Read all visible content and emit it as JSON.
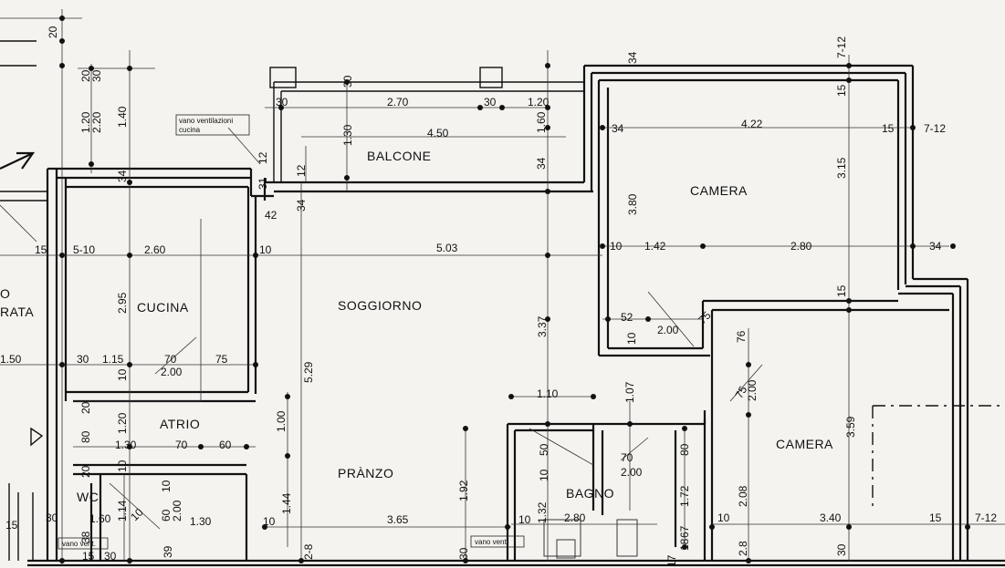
{
  "rooms": {
    "balcone": "BALCONE",
    "camera_top": "CAMERA",
    "cucina": "CUCINA",
    "soggiorno": "SOGGIORNO",
    "atrio": "ATRIO",
    "pranzo": "PRÀNZO",
    "bagno": "BAGNO",
    "camera_right": "CAMERA",
    "wc": "WC",
    "entrata_frag1": "O",
    "entrata_frag2": "RATA"
  },
  "notes": {
    "vano_vent_cucina_1": "vano ventilazioni",
    "vano_vent_cucina_2": "cucina",
    "vano_vent_1": "vano vent.",
    "vano_vent_2": "vano vent."
  },
  "dimensions": {
    "d_20_top": "20",
    "d_20_b": "20",
    "d_30_b": "30",
    "d_120_220": "1.20",
    "d_220": "2.20",
    "d_140": "1.40",
    "d_30_bal_l": "30",
    "d_270": "2.70",
    "d_30_bal_m": "30",
    "d_120_bal": "1.20",
    "d_450": "4.50",
    "d_130_bal": "1.30",
    "d_30_bal_v": "30",
    "d_160": "1.60",
    "d_34_top": "34",
    "d_34_bal": "34",
    "d_12": "12",
    "d_12b": "12",
    "d_31": "31",
    "d_34_k": "34",
    "d_42": "42",
    "d_34_s": "34",
    "d_712_top": "7-12",
    "d_15_cam": "15",
    "d_34_cam": "34",
    "d_422": "4.22",
    "d_15_cam_r": "15",
    "d_712_r": "7-12",
    "d_315": "3.15",
    "d_380": "3.80",
    "d_10_cam": "10",
    "d_142": "1.42",
    "d_280_cam": "2.80",
    "d_34_r": "34",
    "d_15_mid": "15",
    "d_15_l": "15",
    "d_510": "5-10",
    "d_260": "2.60",
    "d_10_k": "10",
    "d_503": "5.03",
    "d_295": "2.95",
    "d_52": "52",
    "d_75_c": "75",
    "d_200_c": "2.00",
    "d_337": "3.37",
    "d_76": "76",
    "d_10_v": "10",
    "d_150": "1.50",
    "d_30_k": "30",
    "d_115": "1.15",
    "d_70_k": "70",
    "d_200_k": "2.00",
    "d_75_k": "75",
    "d_10_at": "10",
    "d_529": "5.29",
    "d_107": "1.07",
    "d_75_cr": "75",
    "d_200_cr": "2.00",
    "d_110": "1.10",
    "d_359": "3.59",
    "d_20_at": "20",
    "d_120_at": "1.20",
    "d_80_at": "80",
    "d_130_at": "1.30",
    "d_70_at": "70",
    "d_60_at": "60",
    "d_100": "1.00",
    "d_20_at2": "20",
    "d_10_at2": "10",
    "d_10_at3": "10",
    "d_50": "50",
    "d_10_b": "10",
    "d_70_b": "70",
    "d_200_b": "2.00",
    "d_80_b": "80",
    "d_172": "1.72",
    "d_208": "2.08",
    "d_192": "1.92",
    "d_144": "1.44",
    "d_114": "1.14",
    "d_30_wc": "30",
    "d_160_wc": "1.60",
    "d_10_wc": "10",
    "d_60_wc": "60",
    "d_200_wc": "2.00",
    "d_130_wc": "1.30",
    "d_10_pr": "10",
    "d_365": "3.65",
    "d_10_ba": "10",
    "d_132": "1.32",
    "d_280_ba": "2.80",
    "d_67": "67",
    "d_18": "18",
    "d_10_cr": "10",
    "d_340": "3.40",
    "d_15_cr": "15",
    "d_712_br": "7-12",
    "d_15_wc": "15",
    "d_38": "38",
    "d_15_wc2": "15",
    "d_30_wc2": "30",
    "d_39": "39",
    "d_28": "2-8",
    "d_30_pr": "30",
    "d_28_cr": "2.8",
    "d_30_cr": "30",
    "d_17": "17"
  },
  "colors": {
    "paper": "#f4f3ef",
    "ink": "#111111"
  }
}
